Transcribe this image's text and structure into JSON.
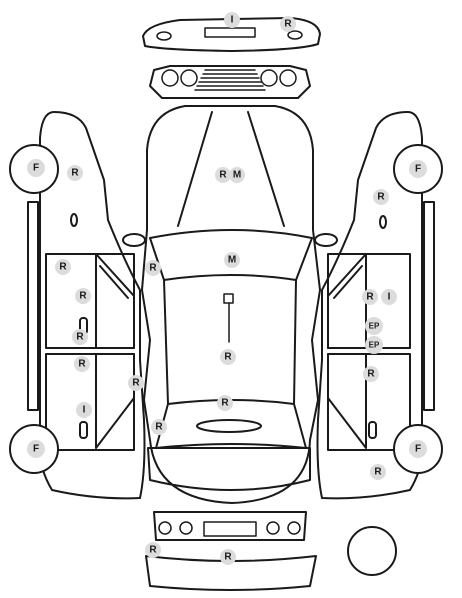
{
  "title": "",
  "markers": {
    "top_bumper_i": "I",
    "top_bumper_r": "R",
    "left_front_wheel": "F",
    "left_front_fender": "R",
    "left_front_door_1": "R",
    "left_front_door_2": "R",
    "left_front_door_3": "R",
    "left_rear_door": "R",
    "left_rear_door_handle": "I",
    "left_rear_wheel": "F",
    "left_pillar_a": "R",
    "left_pillar_b": "R",
    "left_rear_quarter": "R",
    "hood_r": "R",
    "hood_m": "M",
    "windshield": "M",
    "roof": "R",
    "trunk": "R",
    "right_front_wheel": "F",
    "right_front_fender": "R",
    "right_front_door_r": "R",
    "right_front_door_i": "I",
    "right_door_ep_1": "EP",
    "right_door_ep_2": "EP",
    "right_rear_door": "R",
    "right_rear_wheel": "F",
    "right_rear_quarter": "R",
    "rear_bumper_left": "R",
    "rear_bumper": "R"
  }
}
